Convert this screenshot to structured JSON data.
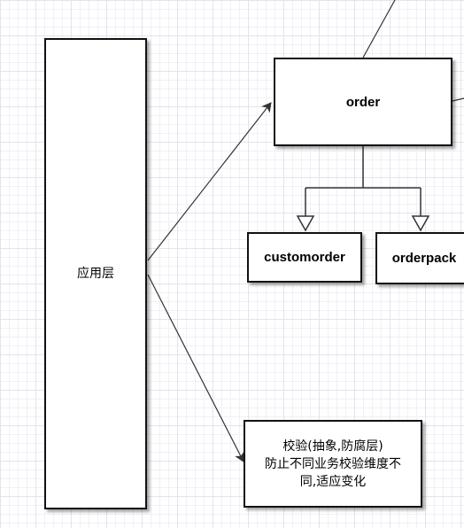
{
  "nodes": {
    "app_layer": "应用层",
    "order": "order",
    "customorder": "customorder",
    "orderpack": "orderpack",
    "validation": {
      "line1": "校验(抽象,防腐层)",
      "line2": "防止不同业务校验维度不",
      "line3": "同,适应变化"
    }
  },
  "colors": {
    "line": "#333333",
    "border": "#111111",
    "grid": "#e3e3ef"
  },
  "edges": [
    {
      "from": "app_layer",
      "to": "order",
      "arrow": "open"
    },
    {
      "from": "app_layer",
      "to": "validation",
      "arrow": "filled"
    },
    {
      "from": "order",
      "to": "customorder",
      "arrow": "hollow-triangle"
    },
    {
      "from": "order",
      "to": "orderpack",
      "arrow": "hollow-triangle"
    }
  ]
}
